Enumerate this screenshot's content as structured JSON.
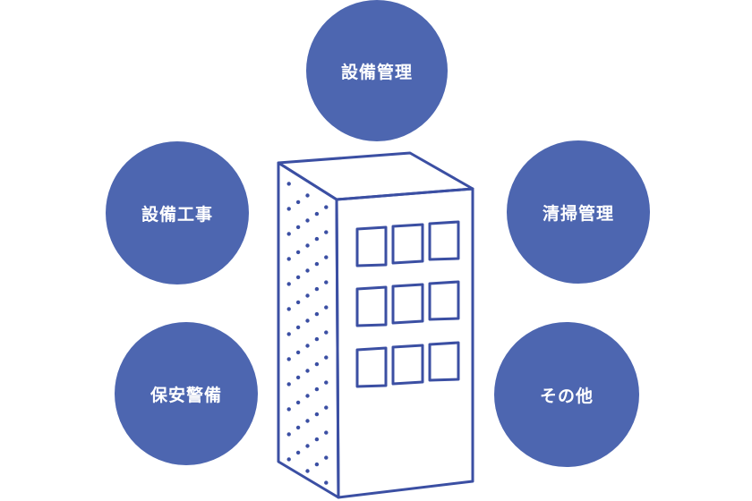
{
  "diagram": {
    "accent_color": "#4d66b0",
    "building_icon": "building-icon",
    "services": {
      "top": "設備管理",
      "upper_left": "設備工事",
      "upper_right": "清掃管理",
      "lower_left": "保安警備",
      "lower_right": "その他"
    }
  }
}
